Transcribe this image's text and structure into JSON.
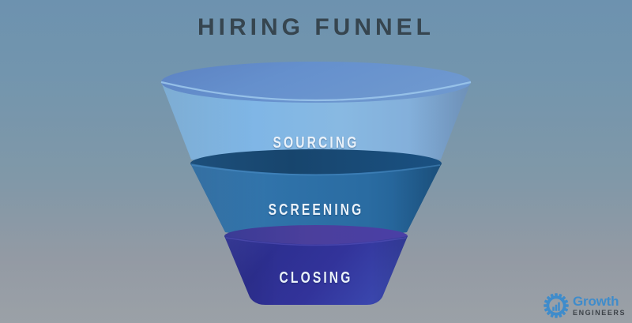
{
  "title": "HIRING FUNNEL",
  "chart_data": {
    "type": "funnel",
    "title": "HIRING FUNNEL",
    "orientation": "vertical",
    "stages": [
      {
        "label": "SOURCING",
        "order": 1,
        "relative_width": 1.0,
        "color": "#7fb4e3"
      },
      {
        "label": "SCREENING",
        "order": 2,
        "relative_width": 0.66,
        "color": "#2f6fa6"
      },
      {
        "label": "CLOSING",
        "order": 3,
        "relative_width": 0.39,
        "color": "#31309a"
      }
    ],
    "xlabel": "",
    "ylabel": "",
    "legend": "none",
    "grid": false
  },
  "funnel": {
    "segments": [
      {
        "name": "sourcing",
        "label": "SOURCING"
      },
      {
        "name": "screening",
        "label": "SCREENING"
      },
      {
        "name": "closing",
        "label": "CLOSING"
      }
    ]
  },
  "logo": {
    "primary_text": "Growth",
    "secondary_text": "ENGINEERS",
    "icon": "gear-bar-chart-icon"
  },
  "colors": {
    "background_top": "#6d92af",
    "background_bottom": "#9ba1a7",
    "title_text": "#36454f",
    "stage_1": "#7fb4e3",
    "stage_2": "#2f6fa6",
    "stage_3": "#31309a",
    "label_text": "#eaf2fa",
    "logo_primary": "#3f8ccb",
    "logo_secondary": "#3d4349"
  }
}
